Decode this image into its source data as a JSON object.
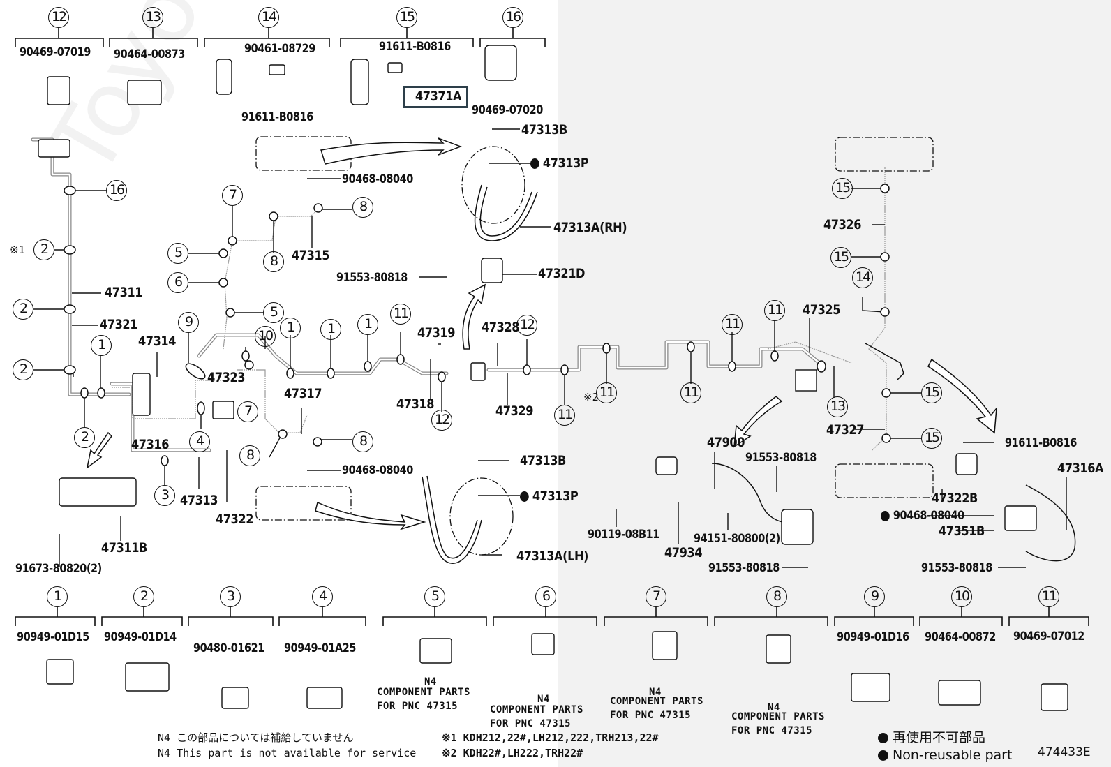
{
  "diagram": {
    "id": "474433E",
    "highlighted_part": "47371A",
    "watermark": "ToyotaMine.ru",
    "top_callouts": [
      {
        "num": "12",
        "part": "90469-07019"
      },
      {
        "num": "13",
        "part": "90464-00873"
      },
      {
        "num": "14",
        "parts": [
          "90461-08729",
          "91611-B0816"
        ]
      },
      {
        "num": "15",
        "parts": [
          "91611-B0816",
          "47371A"
        ]
      },
      {
        "num": "16",
        "part": "90469-07020"
      }
    ],
    "bottom_callouts": [
      {
        "num": "1",
        "part": "90949-01D15"
      },
      {
        "num": "2",
        "part": "90949-01D14"
      },
      {
        "num": "3",
        "part": "90480-01621"
      },
      {
        "num": "4",
        "part": "90949-01A25"
      },
      {
        "num": "5",
        "n4": "N4",
        "text1": "COMPONENT PARTS",
        "text2": "FOR PNC 47315"
      },
      {
        "num": "6",
        "n4": "N4",
        "text1": "COMPONENT PARTS",
        "text2": "FOR PNC 47315"
      },
      {
        "num": "7",
        "n4": "N4",
        "text1": "COMPONENT PARTS",
        "text2": "FOR PNC 47315"
      },
      {
        "num": "8",
        "n4": "N4",
        "text1": "COMPONENT PARTS",
        "text2": "FOR PNC 47315"
      },
      {
        "num": "9",
        "part": "90949-01D16"
      },
      {
        "num": "10",
        "part": "90464-00872"
      },
      {
        "num": "11",
        "part": "90469-07012"
      }
    ],
    "part_labels": {
      "p47313B_top": "47313B",
      "p47313P_top": "47313P",
      "p90468_top": "90468-08040",
      "p47313A_RH": "47313A(RH)",
      "p91553_mid": "91553-80818",
      "p47321D": "47321D",
      "p47315": "47315",
      "p47311": "47311",
      "p47321": "47321",
      "p47314": "47314",
      "p47323": "47323",
      "p47317": "47317",
      "p47316": "47316",
      "p47313": "47313",
      "p47322": "47322",
      "p47311B": "47311B",
      "p91673": "91673-80820(2)",
      "p47319": "47319",
      "p47318": "47318",
      "p47328": "47328",
      "p47329": "47329",
      "p90468_bot": "90468-08040",
      "p47313B_bot": "47313B",
      "p47313P_bot": "47313P",
      "p47313A_LH": "47313A(LH)",
      "p47325": "47325",
      "p47326": "47326",
      "p47327": "47327",
      "p47900": "47900",
      "p91553_a": "91553-80818",
      "p90119": "90119-08B11",
      "p94151": "94151-80800(2)",
      "p47934": "47934",
      "p91553_b": "91553-80818",
      "p91611_right": "91611-B0816",
      "p47316A": "47316A",
      "p47322B": "47322B",
      "p90468_right": "90468-08040",
      "p47351B": "47351B",
      "p91553_c": "91553-80818"
    },
    "markers": {
      "x1": "※1",
      "x2": "※2"
    },
    "notes": {
      "n4_jp": "N4 この部品については補給していません",
      "n4_en": "N4 This part is not available for service",
      "x1_models": "※1 KDH212,22#,LH212,222,TRH213,22#",
      "x2_models": "※2 KDH22#,LH222,TRH22#"
    },
    "legend": {
      "jp": "再使用不可部品",
      "en": "Non-reusable part"
    }
  }
}
